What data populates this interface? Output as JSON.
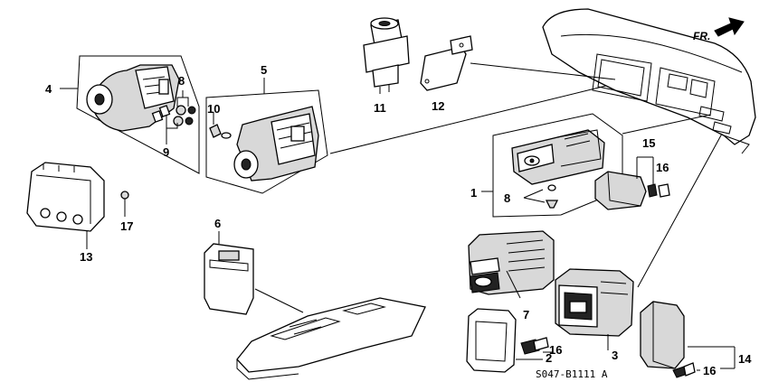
{
  "orientation_label": "FR.",
  "diagram_code": "S047-B1111 A",
  "callouts": [
    "1",
    "2",
    "3",
    "4",
    "5",
    "6",
    "7",
    "8",
    "8",
    "9",
    "10",
    "11",
    "12",
    "13",
    "14",
    "15",
    "16",
    "16",
    "16",
    "17"
  ],
  "icons": {
    "direction_arrow": "arrow-right-icon"
  }
}
